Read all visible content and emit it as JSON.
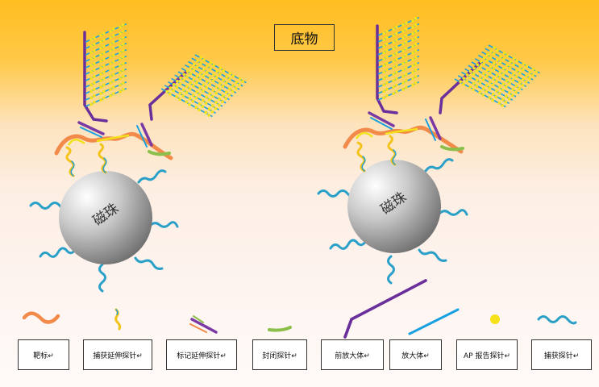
{
  "substrate": {
    "label": "底物"
  },
  "magnetic_bead": {
    "label": "磁珠"
  },
  "legend": [
    {
      "label": "靶标↵"
    },
    {
      "label": "捕获延伸探针↵"
    },
    {
      "label": "标记延伸探针↵"
    },
    {
      "label": "封闭探针↵"
    },
    {
      "label": "前放大体↵"
    },
    {
      "label": "放大体↵"
    },
    {
      "label": "AP 报告探针↵"
    },
    {
      "label": "捕获探针↵"
    }
  ],
  "colors": {
    "target": "#f28a4a",
    "capture_extender": "#f2e21a",
    "label_extender": "#7b3aa3",
    "blocking_probe": "#8bbf4a",
    "preamplifier": "#6a2f9a",
    "amplifier": "#1aa0e0",
    "ap_reporter": "#f5e21a",
    "capture_probe": "#2aa0c8"
  }
}
